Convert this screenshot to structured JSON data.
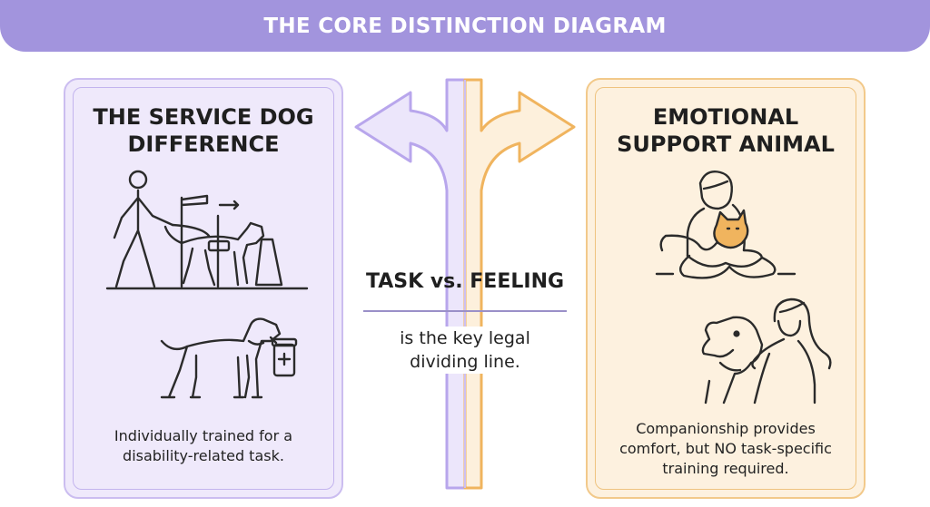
{
  "title": "THE CORE DISTINCTION DIAGRAM",
  "left_panel": {
    "title": "THE SERVICE DOG\nDIFFERENCE",
    "caption": "Individually trained for a\ndisability-related task."
  },
  "right_panel": {
    "title": "EMOTIONAL\nSUPPORT ANIMAL",
    "caption": "Companionship provides\ncomfort, but NO task-specific\ntraining required."
  },
  "center": {
    "title": "TASK vs. FEELING",
    "subtitle": "is the key legal\ndividing line."
  },
  "colors": {
    "banner": "#a294dd",
    "purple": "#b8a6ec",
    "orange": "#f0b45e",
    "left_bg": "#efe9fb",
    "right_bg": "#fdf1df"
  }
}
